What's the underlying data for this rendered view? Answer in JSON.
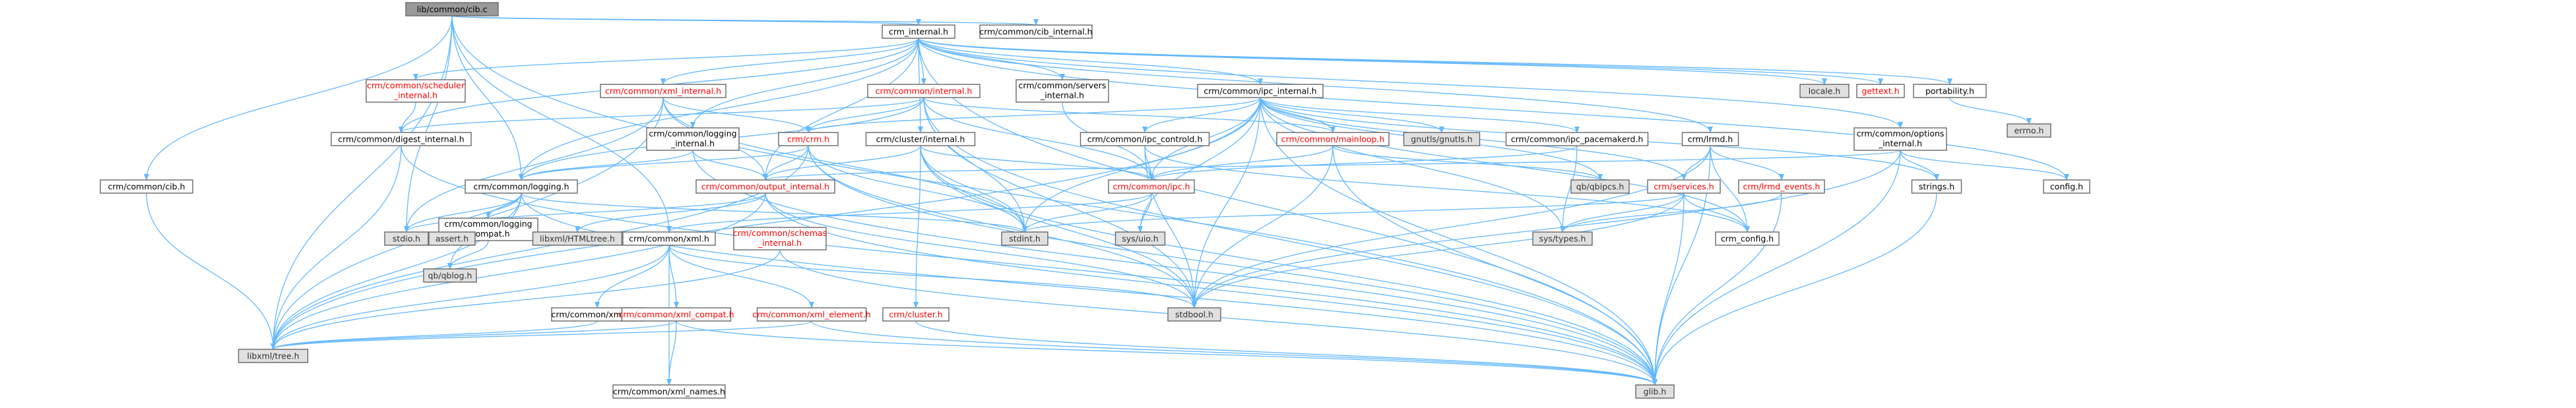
{
  "palette": {
    "root_fill": "#999999",
    "normal_fill": "#ffffff",
    "missing_fill": "#e0e0e0",
    "text_normal": "#000000",
    "text_missing": "#333333",
    "text_red": "#ff0000",
    "border": "#666666",
    "edge": "#63b8ff"
  },
  "nodes": [
    {
      "id": "root",
      "label": [
        "lib/common/cib.c"
      ],
      "style": "root"
    },
    {
      "id": "crm_internal",
      "label": [
        "crm_internal.h"
      ],
      "style": "normal"
    },
    {
      "id": "cib_internal",
      "label": [
        "crm/common/cib_internal.h"
      ],
      "style": "normal"
    },
    {
      "id": "scheduler_internal",
      "label": [
        "crm/common/scheduler",
        "_internal.h"
      ],
      "style": "red"
    },
    {
      "id": "xml_internal",
      "label": [
        "crm/common/xml_internal.h"
      ],
      "style": "red"
    },
    {
      "id": "common_internal",
      "label": [
        "crm/common/internal.h"
      ],
      "style": "red"
    },
    {
      "id": "servers_internal",
      "label": [
        "crm/common/servers",
        "_internal.h"
      ],
      "style": "normal"
    },
    {
      "id": "ipc_internal",
      "label": [
        "crm/common/ipc_internal.h"
      ],
      "style": "normal"
    },
    {
      "id": "locale",
      "label": [
        "locale.h"
      ],
      "style": "missing"
    },
    {
      "id": "gettext",
      "label": [
        "gettext.h"
      ],
      "style": "red"
    },
    {
      "id": "portability",
      "label": [
        "portability.h"
      ],
      "style": "normal"
    },
    {
      "id": "errno",
      "label": [
        "errno.h"
      ],
      "style": "missing"
    },
    {
      "id": "digest_internal",
      "label": [
        "crm/common/digest_internal.h"
      ],
      "style": "normal"
    },
    {
      "id": "logging_internal",
      "label": [
        "crm/common/logging",
        "_internal.h"
      ],
      "style": "normal"
    },
    {
      "id": "crm_h",
      "label": [
        "crm/crm.h"
      ],
      "style": "red"
    },
    {
      "id": "cluster_internal",
      "label": [
        "crm/cluster/internal.h"
      ],
      "style": "normal"
    },
    {
      "id": "ipc_controld",
      "label": [
        "crm/common/ipc_controld.h"
      ],
      "style": "normal"
    },
    {
      "id": "mainloop",
      "label": [
        "crm/common/mainloop.h"
      ],
      "style": "red"
    },
    {
      "id": "gnutls",
      "label": [
        "gnutls/gnutls.h"
      ],
      "style": "missing"
    },
    {
      "id": "ipc_pacemakerd",
      "label": [
        "crm/common/ipc_pacemakerd.h"
      ],
      "style": "normal"
    },
    {
      "id": "lrmd",
      "label": [
        "crm/lrmd.h"
      ],
      "style": "normal"
    },
    {
      "id": "options_internal",
      "label": [
        "crm/common/options",
        "_internal.h"
      ],
      "style": "normal"
    },
    {
      "id": "cib_h",
      "label": [
        "crm/common/cib.h"
      ],
      "style": "normal"
    },
    {
      "id": "logging",
      "label": [
        "crm/common/logging.h"
      ],
      "style": "normal"
    },
    {
      "id": "output_internal",
      "label": [
        "crm/common/output_internal.h"
      ],
      "style": "red"
    },
    {
      "id": "ipc_h",
      "label": [
        "crm/common/ipc.h"
      ],
      "style": "red"
    },
    {
      "id": "qbipcs",
      "label": [
        "qb/qbipcs.h"
      ],
      "style": "missing"
    },
    {
      "id": "services",
      "label": [
        "crm/services.h"
      ],
      "style": "red"
    },
    {
      "id": "lrmd_events",
      "label": [
        "crm/lrmd_events.h"
      ],
      "style": "red"
    },
    {
      "id": "strings",
      "label": [
        "strings.h"
      ],
      "style": "normal"
    },
    {
      "id": "config",
      "label": [
        "config.h"
      ],
      "style": "normal"
    },
    {
      "id": "logging_compat",
      "label": [
        "crm/common/logging",
        "_compat.h"
      ],
      "style": "normal"
    },
    {
      "id": "stdio",
      "label": [
        "stdio.h"
      ],
      "style": "missing"
    },
    {
      "id": "assert",
      "label": [
        "assert.h"
      ],
      "style": "missing"
    },
    {
      "id": "htmltree",
      "label": [
        "libxml/HTMLtree.h"
      ],
      "style": "missing"
    },
    {
      "id": "xml_h",
      "label": [
        "crm/common/xml.h"
      ],
      "style": "normal"
    },
    {
      "id": "schemas_internal",
      "label": [
        "crm/common/schemas",
        "_internal.h"
      ],
      "style": "red"
    },
    {
      "id": "stdint",
      "label": [
        "stdint.h"
      ],
      "style": "missing"
    },
    {
      "id": "sysuio",
      "label": [
        "sys/uio.h"
      ],
      "style": "missing"
    },
    {
      "id": "systypes",
      "label": [
        "sys/types.h"
      ],
      "style": "missing"
    },
    {
      "id": "crm_config",
      "label": [
        "crm_config.h"
      ],
      "style": "normal"
    },
    {
      "id": "qblog",
      "label": [
        "qb/qblog.h"
      ],
      "style": "missing"
    },
    {
      "id": "xml_io",
      "label": [
        "crm/common/xml_io.h"
      ],
      "style": "normal"
    },
    {
      "id": "xml_compat",
      "label": [
        "crm/common/xml_compat.h"
      ],
      "style": "red"
    },
    {
      "id": "xml_element",
      "label": [
        "crm/common/xml_element.h"
      ],
      "style": "red"
    },
    {
      "id": "crm_cluster",
      "label": [
        "crm/cluster.h"
      ],
      "style": "red"
    },
    {
      "id": "stdbool",
      "label": [
        "stdbool.h"
      ],
      "style": "missing"
    },
    {
      "id": "libxml_tree",
      "label": [
        "libxml/tree.h"
      ],
      "style": "missing"
    },
    {
      "id": "xml_names",
      "label": [
        "crm/common/xml_names.h"
      ],
      "style": "normal"
    },
    {
      "id": "glib",
      "label": [
        "glib.h"
      ],
      "style": "missing"
    }
  ],
  "edges": [
    [
      "root",
      "crm_internal"
    ],
    [
      "root",
      "cib_internal"
    ],
    [
      "root",
      "cib_h"
    ],
    [
      "root",
      "stdio"
    ],
    [
      "root",
      "libxml_tree"
    ],
    [
      "root",
      "glib"
    ],
    [
      "root",
      "xml_h"
    ],
    [
      "root",
      "logging"
    ],
    [
      "crm_internal",
      "scheduler_internal"
    ],
    [
      "crm_internal",
      "xml_internal"
    ],
    [
      "crm_internal",
      "common_internal"
    ],
    [
      "crm_internal",
      "servers_internal"
    ],
    [
      "crm_internal",
      "ipc_internal"
    ],
    [
      "crm_internal",
      "locale"
    ],
    [
      "crm_internal",
      "gettext"
    ],
    [
      "crm_internal",
      "portability"
    ],
    [
      "crm_internal",
      "config"
    ],
    [
      "crm_internal",
      "glib"
    ],
    [
      "crm_internal",
      "logging_internal"
    ],
    [
      "crm_internal",
      "digest_internal"
    ],
    [
      "crm_internal",
      "cluster_internal"
    ],
    [
      "crm_internal",
      "options_internal"
    ],
    [
      "crm_internal",
      "lrmd"
    ],
    [
      "crm_internal",
      "output_internal"
    ],
    [
      "crm_internal",
      "logging"
    ],
    [
      "portability",
      "errno"
    ],
    [
      "scheduler_internal",
      "digest_internal"
    ],
    [
      "xml_internal",
      "stdio"
    ],
    [
      "xml_internal",
      "crm_h"
    ],
    [
      "xml_internal",
      "output_internal"
    ],
    [
      "xml_internal",
      "stdint"
    ],
    [
      "xml_internal",
      "libxml_tree"
    ],
    [
      "common_internal",
      "digest_internal"
    ],
    [
      "common_internal",
      "crm_h"
    ],
    [
      "common_internal",
      "ipc_h"
    ],
    [
      "common_internal",
      "mainloop"
    ],
    [
      "common_internal",
      "stdint"
    ],
    [
      "common_internal",
      "stdbool"
    ],
    [
      "common_internal",
      "glib"
    ],
    [
      "common_internal",
      "logging"
    ],
    [
      "servers_internal",
      "ipc_h"
    ],
    [
      "ipc_internal",
      "crm_h"
    ],
    [
      "ipc_internal",
      "ipc_controld"
    ],
    [
      "ipc_internal",
      "mainloop"
    ],
    [
      "ipc_internal",
      "gnutls"
    ],
    [
      "ipc_internal",
      "ipc_pacemakerd"
    ],
    [
      "ipc_internal",
      "ipc_h"
    ],
    [
      "ipc_internal",
      "stdint"
    ],
    [
      "ipc_internal",
      "sysuio"
    ],
    [
      "ipc_internal",
      "systypes"
    ],
    [
      "ipc_internal",
      "stdbool"
    ],
    [
      "ipc_internal",
      "glib"
    ],
    [
      "ipc_internal",
      "strings"
    ],
    [
      "ipc_internal",
      "services"
    ],
    [
      "ipc_internal",
      "crm_config"
    ],
    [
      "ipc_internal",
      "qbipcs"
    ],
    [
      "ipc_internal",
      "libxml_tree"
    ],
    [
      "digest_internal",
      "libxml_tree"
    ],
    [
      "digest_internal",
      "glib"
    ],
    [
      "logging_internal",
      "output_internal"
    ],
    [
      "logging_internal",
      "logging"
    ],
    [
      "logging_internal",
      "glib"
    ],
    [
      "crm_h",
      "logging"
    ],
    [
      "crm_h",
      "output_internal"
    ],
    [
      "crm_h",
      "stdint"
    ],
    [
      "crm_h",
      "stdbool"
    ],
    [
      "crm_h",
      "glib"
    ],
    [
      "crm_h",
      "libxml_tree"
    ],
    [
      "cluster_internal",
      "ipc_h"
    ],
    [
      "cluster_internal",
      "output_internal"
    ],
    [
      "cluster_internal",
      "crm_cluster"
    ],
    [
      "cluster_internal",
      "stdint"
    ],
    [
      "cluster_internal",
      "stdbool"
    ],
    [
      "cluster_internal",
      "glib"
    ],
    [
      "ipc_controld",
      "ipc_h"
    ],
    [
      "ipc_controld",
      "stdbool"
    ],
    [
      "ipc_controld",
      "crm_config"
    ],
    [
      "mainloop",
      "ipc_h"
    ],
    [
      "mainloop",
      "qbipcs"
    ],
    [
      "mainloop",
      "stdbool"
    ],
    [
      "mainloop",
      "glib"
    ],
    [
      "ipc_pacemakerd",
      "ipc_h"
    ],
    [
      "ipc_pacemakerd",
      "systypes"
    ],
    [
      "lrmd",
      "lrmd_events"
    ],
    [
      "lrmd",
      "services"
    ],
    [
      "lrmd",
      "stdbool"
    ],
    [
      "lrmd",
      "glib"
    ],
    [
      "lrmd",
      "crm_config"
    ],
    [
      "options_internal",
      "strings"
    ],
    [
      "options_internal",
      "config"
    ],
    [
      "options_internal",
      "glib"
    ],
    [
      "options_internal",
      "stdbool"
    ],
    [
      "options_internal",
      "output_internal"
    ],
    [
      "cib_h",
      "libxml_tree"
    ],
    [
      "logging",
      "stdio"
    ],
    [
      "logging",
      "assert"
    ],
    [
      "logging",
      "glib"
    ],
    [
      "logging",
      "libxml_tree"
    ],
    [
      "logging",
      "logging_compat"
    ],
    [
      "logging",
      "qblog"
    ],
    [
      "logging",
      "stdint"
    ],
    [
      "output_internal",
      "htmltree"
    ],
    [
      "output_internal",
      "stdio"
    ],
    [
      "output_internal",
      "stdbool"
    ],
    [
      "output_internal",
      "glib"
    ],
    [
      "output_internal",
      "libxml_tree"
    ],
    [
      "ipc_h",
      "sysuio"
    ],
    [
      "ipc_h",
      "stdint"
    ],
    [
      "ipc_h",
      "xml_h"
    ],
    [
      "services",
      "systypes"
    ],
    [
      "services",
      "stdint"
    ],
    [
      "services",
      "stdbool"
    ],
    [
      "services",
      "glib"
    ],
    [
      "services",
      "crm_config"
    ],
    [
      "lrmd_events",
      "systypes"
    ],
    [
      "lrmd_events",
      "glib"
    ],
    [
      "strings",
      "glib"
    ],
    [
      "logging_compat",
      "qblog"
    ],
    [
      "xml_h",
      "xml_io"
    ],
    [
      "xml_h",
      "xml_compat"
    ],
    [
      "xml_h",
      "xml_element"
    ],
    [
      "xml_h",
      "xml_names"
    ],
    [
      "xml_h",
      "libxml_tree"
    ],
    [
      "xml_h",
      "stdbool"
    ],
    [
      "schemas_internal",
      "libxml_tree"
    ],
    [
      "schemas_internal",
      "glib"
    ],
    [
      "xml_io",
      "libxml_tree"
    ],
    [
      "xml_compat",
      "libxml_tree"
    ],
    [
      "xml_compat",
      "xml_names"
    ],
    [
      "xml_compat",
      "glib"
    ],
    [
      "xml_element",
      "libxml_tree"
    ],
    [
      "xml_element",
      "glib"
    ],
    [
      "crm_cluster",
      "glib"
    ]
  ]
}
